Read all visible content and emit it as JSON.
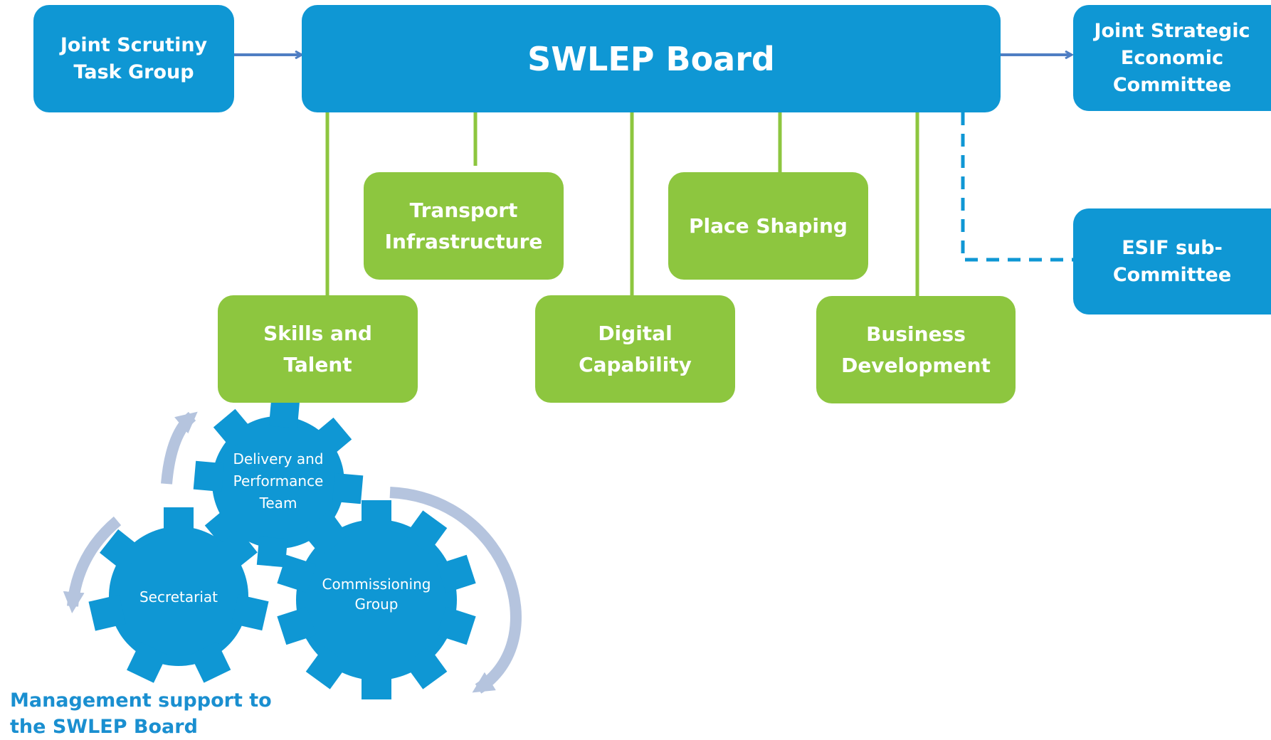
{
  "board": {
    "title": "SWLEP Board"
  },
  "side_boxes": {
    "scrutiny": "Joint Scrutiny Task Group",
    "strategic": "Joint Strategic Economic Committee",
    "esif": "ESIF sub-Committee"
  },
  "groups": {
    "transport": "Transport Infrastructure",
    "place": "Place Shaping",
    "skills": "Skills and Talent",
    "digital": "Digital Capability",
    "business": "Business Development"
  },
  "gears": {
    "delivery": "Delivery and Performance Team",
    "secretariat": "Secretariat",
    "commissioning": "Commissioning Group"
  },
  "caption": "Management support to the SWLEP Board",
  "colors": {
    "blue": "#0f97d4",
    "green": "#8dc63f",
    "arrow": "#4f7ec3",
    "cycle": "#b5c4de"
  }
}
